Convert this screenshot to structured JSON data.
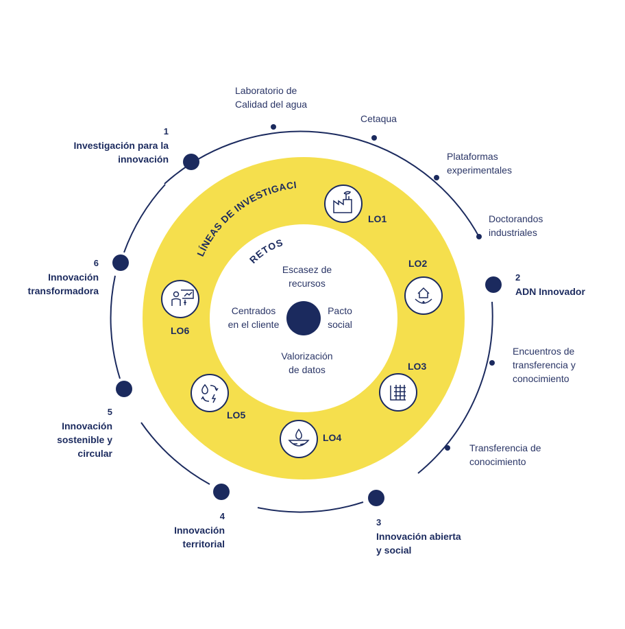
{
  "colors": {
    "navy": "#1b2a5e",
    "yellow": "#f5df4d",
    "white": "#ffffff"
  },
  "ring_title": "LÍNEAS DE INVESTIGACIÓN",
  "center_title": "RETOS",
  "challenges": {
    "top": "Escasez de\nrecursos",
    "left": "Centrados\nen el cliente",
    "right": "Pacto\nsocial",
    "bottom": "Valorización\nde datos"
  },
  "pillars": [
    {
      "num": "1",
      "label": "Investigación para la\ninnovación"
    },
    {
      "num": "2",
      "label": "ADN Innovador"
    },
    {
      "num": "3",
      "label": "Innovación abierta\ny social"
    },
    {
      "num": "4",
      "label": "Innovación\nterritorial"
    },
    {
      "num": "5",
      "label": "Innovación\nsostenible y\ncircular"
    },
    {
      "num": "6",
      "label": "Innovación\ntransformadora"
    }
  ],
  "pillar1_items": [
    "Laboratorio de\nCalidad del agua",
    "Cetaqua",
    "Plataformas\nexperimentales",
    "Doctorandos\nindustriales"
  ],
  "pillar2_items": [
    "Encuentros de\ntransferencia y\nconocimiento",
    "Transferencia de\nconocimiento"
  ],
  "lines": [
    {
      "code": "LO1",
      "icon": "factory-icon"
    },
    {
      "code": "LO2",
      "icon": "house-water-icon"
    },
    {
      "code": "LO3",
      "icon": "grid-map-icon"
    },
    {
      "code": "LO4",
      "icon": "water-drop-icon"
    },
    {
      "code": "LO5",
      "icon": "recycle-water-energy-icon"
    },
    {
      "code": "LO6",
      "icon": "person-presentation-icon"
    }
  ]
}
